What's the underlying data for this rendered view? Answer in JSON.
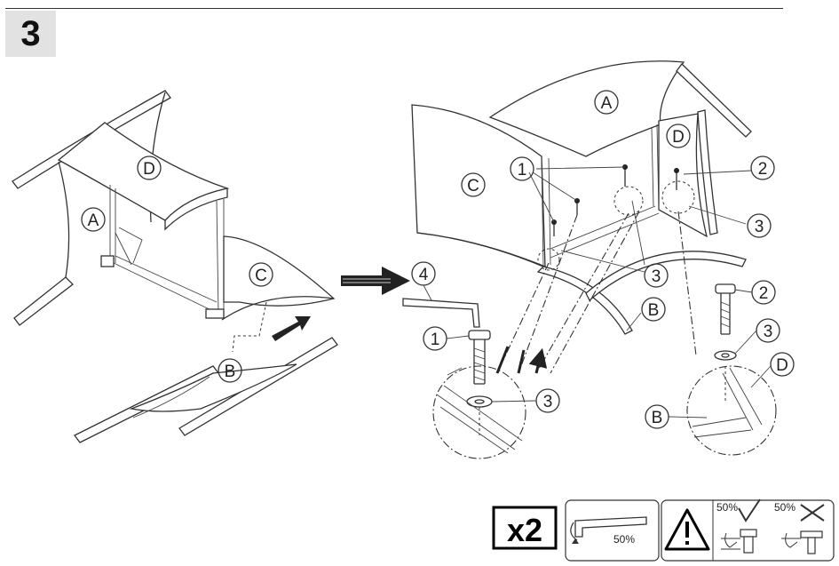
{
  "step": {
    "number": "3"
  },
  "labels": {
    "A": "A",
    "B": "B",
    "C": "C",
    "D": "D",
    "n1": "1",
    "n2": "2",
    "n3": "3",
    "n4": "4"
  },
  "footer": {
    "quantity": "x2",
    "torque": "50%",
    "ok_pct": "50%",
    "bad_pct": "50%",
    "check_icon": "check-mark-icon",
    "cross_icon": "cross-mark-icon",
    "warning_icon": "warning-triangle-icon",
    "allen_key_icon": "allen-key-icon"
  }
}
